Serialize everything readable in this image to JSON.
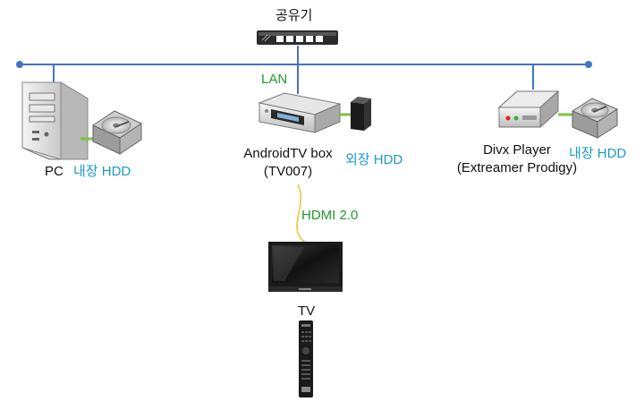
{
  "router": {
    "label": "공유기",
    "icon": "router-icon"
  },
  "network": {
    "lan_label": "LAN",
    "line_color": "#4472c4"
  },
  "pc": {
    "label": "PC",
    "hdd_label": "내장 HDD",
    "icon": "desktop-pc-icon"
  },
  "androidtv": {
    "label_line1": "AndroidTV box",
    "label_line2": "(TV007)",
    "hdd_label": "외장 HDD",
    "icon": "set-top-box-icon",
    "hdd_icon": "external-hdd-icon"
  },
  "divx": {
    "label_line1": "Divx Player",
    "label_line2": "(Extreamer Prodigy)",
    "hdd_label": "내장 HDD",
    "icon": "media-player-icon"
  },
  "hdmi": {
    "label": "HDMI 2.0",
    "cable_color": "#e8c64a"
  },
  "tv": {
    "label": "TV",
    "icon": "tv-icon",
    "remote_icon": "remote-control-icon"
  },
  "colors": {
    "device_text": "#111111",
    "hdd_text": "#1a9bc7",
    "link_text": "#1f9a2a"
  }
}
